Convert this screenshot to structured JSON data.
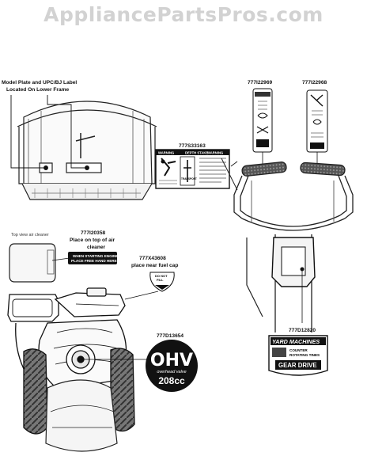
{
  "watermark": "AppliancePartsPros.com",
  "labels": {
    "model_plate_line1": "Model Plate and UPC/BJ Label",
    "model_plate_line2": "Located On Lower Frame",
    "part_777s33163": "777S33163",
    "part_777i22969": "777I22969",
    "part_777i22968": "777I22968",
    "top_view_air_cleaner": "Top view air cleaner",
    "part_777i20358": "777I20358",
    "air_cleaner_note_line1": "Place on top of air",
    "air_cleaner_note_line2": "cleaner",
    "part_777x43608": "777X43608",
    "fuel_cap_note": "place near fuel cap",
    "part_777d13654": "777D13654",
    "part_777d12820": "777D12820"
  },
  "decals": {
    "air_cleaner_decal_line1": "WHEN STARTING ENGINE",
    "air_cleaner_decal_line2": "PLACE FREE HAND HERE",
    "ohv_text": "OHV",
    "ohv_sub": "overhead valve",
    "ohv_cc": "208cc",
    "fuel_decal_line1": "DO NOT",
    "fuel_decal_line2": "FILL",
    "yard_machines": "YARD MACHINES",
    "counter_rotating_line1": "COUNTER",
    "counter_rotating_line2": "ROTATING TINES",
    "gear_drive": "GEAR DRIVE",
    "depth_stake": "DEPTH STAKE",
    "transport": "TRANSPORT",
    "warning": "WARNING"
  }
}
